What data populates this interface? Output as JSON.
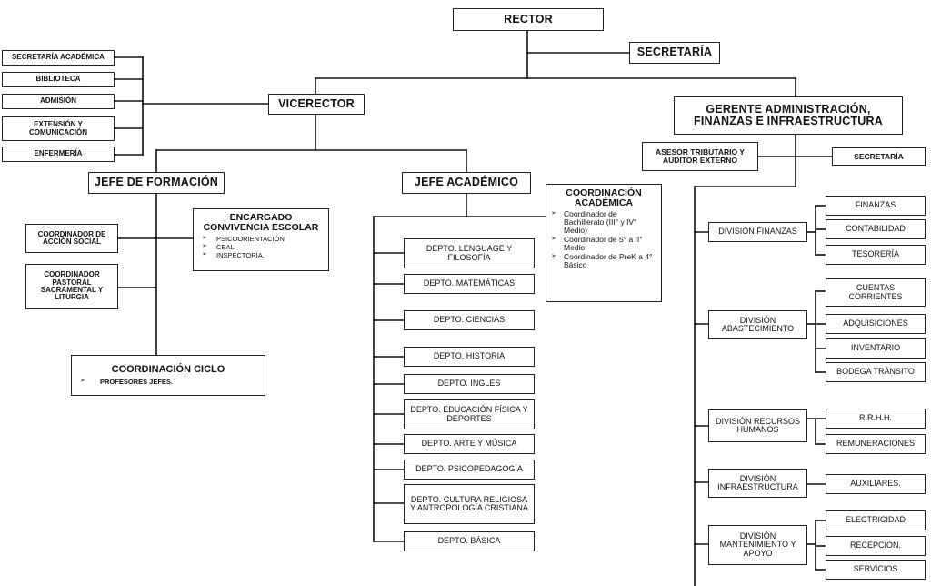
{
  "org": {
    "rector": "RECTOR",
    "secretaria_rector": "SECRETARÍA",
    "vicerector": "VICERECTOR",
    "gerente": "GERENTE ADMINISTRACIÓN, FINANZAS E INFRAESTRUCTURA",
    "left_units": [
      "SECRETARÍA ACADÉMICA",
      "BIBLIOTECA",
      "ADMISIÓN",
      "EXTENSIÓN Y COMUNICACIÓN",
      "ENFERMERÍA"
    ],
    "jefe_formacion": "JEFE DE FORMACIÓN",
    "jefe_academico": "JEFE ACADÉMICO",
    "coord_accion_social": "COORDINADOR DE ACCIÓN SOCIAL",
    "coord_pastoral": "COORDINADOR PASTORAL SACRAMENTAL Y LITURGIA",
    "convivencia": {
      "title": "ENCARGADO CONVIVENCIA ESCOLAR",
      "items": [
        "PSICOORIENTACIÓN",
        "CEAL.",
        "INSPECTORÍA."
      ]
    },
    "coord_ciclo": {
      "title": "COORDINACIÓN CICLO",
      "items": [
        "PROFESORES JEFES."
      ]
    },
    "coord_academica": {
      "title": "COORDINACIÓN ACADÉMICA",
      "items": [
        "Coordinador de Bachillerato (III° y IV° Medio)",
        "Coordinador de 5° a II° Medio",
        "Coordinador de PreK a 4° Básico"
      ]
    },
    "deptos": [
      "DEPTO. LENGUAGE Y FILOSOFÍA",
      "DEPTO. MATEMÁTICAS",
      "DEPTO. CIENCIAS",
      "DEPTO. HISTORIA",
      "DEPTO. INGLÉS",
      "DEPTO. EDUCACIÓN FÍSICA Y DEPORTES",
      "DEPTO. ARTE Y MÚSICA",
      "DEPTO. PSICOPEDAGOGÍA",
      "DEPTO. CULTURA RELIGIOSA Y ANTROPOLOGÍA CRISTIANA",
      "DEPTO. BÁSICA"
    ],
    "asesor": "ASESOR TRIBUTARIO Y AUDITOR EXTERNO",
    "secretaria_gerente": "SECRETARÍA",
    "div_finanzas": "DIVISIÓN FINANZAS",
    "div_finanzas_units": [
      "FINANZAS",
      "CONTABILIDAD",
      "TESORERÍA"
    ],
    "div_abastecimiento": "DIVISIÓN ABASTECIMIENTO",
    "div_abastecimiento_units": [
      "CUENTAS CORRIENTES",
      "ADQUISICIONES",
      "INVENTARIO",
      "BODEGA TRÁNSITO"
    ],
    "div_rrhh": "DIVISIÓN RECURSOS HUMANOS",
    "div_rrhh_units": [
      "R.R.H.H.",
      "REMUNERACIONES"
    ],
    "div_infra": "DIVISIÓN INFRAESTRUCTURA",
    "div_infra_units": [
      "AUXILIARES."
    ],
    "div_mant": "DIVISIÓN MANTENIMIENTO Y APOYO",
    "div_mant_units": [
      "ELECTRICIDAD",
      "RECEPCIÓN.",
      "SERVICIOS"
    ]
  }
}
